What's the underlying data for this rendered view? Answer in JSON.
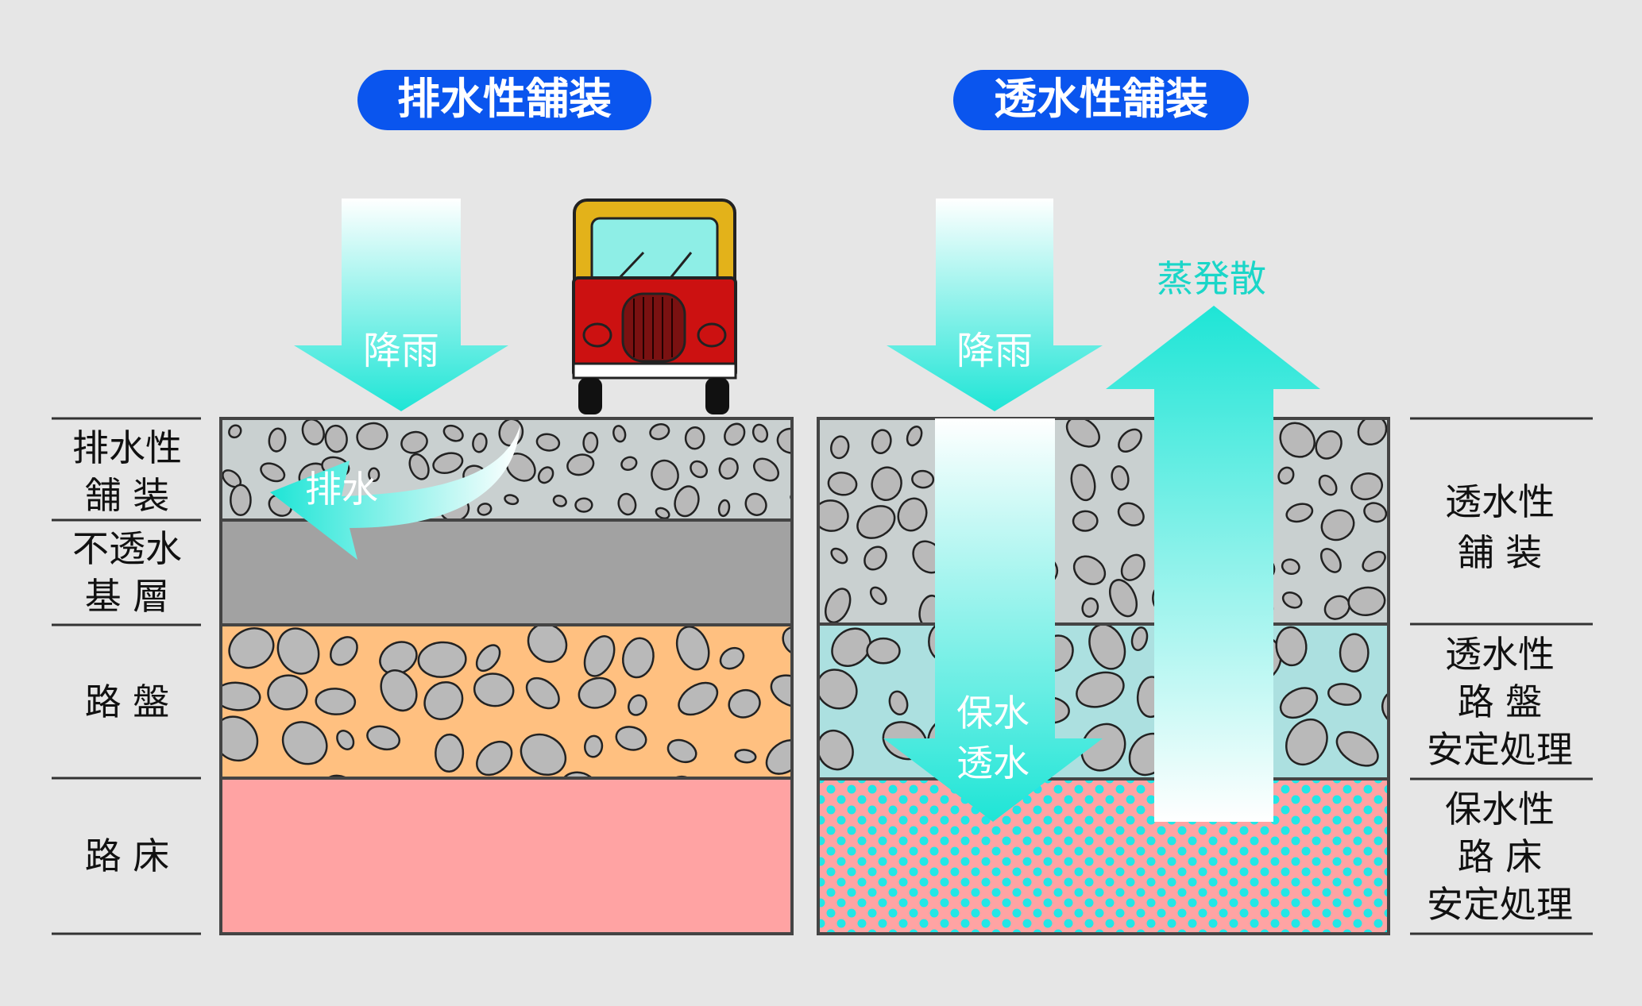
{
  "titles": {
    "drainage": "排水性舗装",
    "permeable": "透水性舗装"
  },
  "arrows": {
    "rain_left": "降雨",
    "rain_right": "降雨",
    "drain": "排水",
    "evaporation": "蒸発散",
    "retain_line1": "保水",
    "retain_line2": "透水"
  },
  "left_labels": {
    "drain_pave": [
      "排水性",
      "舗 装"
    ],
    "impermeable_base": [
      "不透水",
      "基 層"
    ],
    "roadbed": [
      "路 盤"
    ],
    "subgrade": [
      "路 床"
    ]
  },
  "right_labels": {
    "perm_pave": [
      "透水性",
      "舗 装"
    ],
    "perm_roadbed": [
      "透水性",
      "路 盤",
      "安定処理"
    ],
    "retain_subgrade": [
      "保水性",
      "路 床",
      "安定処理"
    ]
  },
  "colors": {
    "background": "#e6e6e6",
    "title_pill": "#0a55ee",
    "arrow": "#1ee5d6",
    "label_text": "#1ad6c8",
    "aggregate_light": "#c9d0d0",
    "stone": "#b9b9b9",
    "impermeable": "#a2a2a2",
    "roadbed": "#ffc080",
    "subgrade": "#ffa3a3",
    "perm_roadbed": "#ace0e0",
    "dots": "#22e6e6",
    "truck_body": "#cc1111",
    "truck_roof": "#e3b21a",
    "truck_glass": "#8eeee6"
  }
}
